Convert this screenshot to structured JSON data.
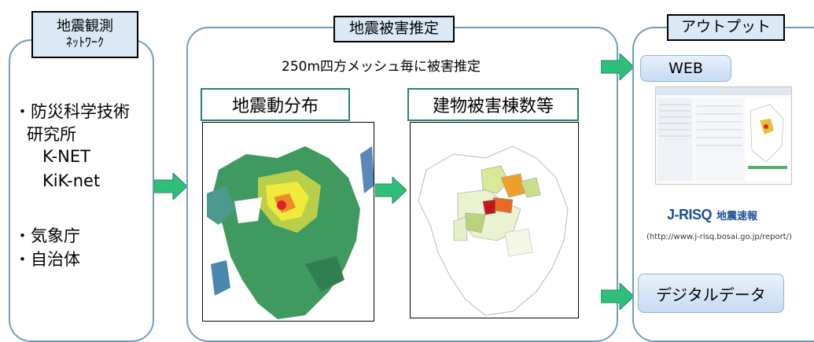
{
  "left": {
    "tag_line1": "地震観測",
    "tag_line2": "ﾈｯﾄﾜｰｸ",
    "item1_line1": "・防災科学技術",
    "item1_line2": "研究所",
    "item1_line3": "K-NET",
    "item1_line4": "KiK-net",
    "item2": "・気象庁",
    "item3": "・自治体"
  },
  "middle": {
    "tag": "地震被害推定",
    "subtitle": "250m四方メッシュ毎に被害推定",
    "map1_label": "地震動分布",
    "map2_label": "建物被害棟数等"
  },
  "right": {
    "tag": "アウトプット",
    "web_label": "WEB",
    "logo_text": "J-RISQ",
    "logo_jp": "地震速報",
    "url": "(http://www.j-risq.bosai.go.jp/report/)",
    "data_label": "デジタルデータ"
  },
  "colors": {
    "panel_border": "#6d9ec5",
    "tag_bg": "#dbe9f7",
    "arrow": "#2fbf7a",
    "label_border": "#1f8a5a"
  }
}
